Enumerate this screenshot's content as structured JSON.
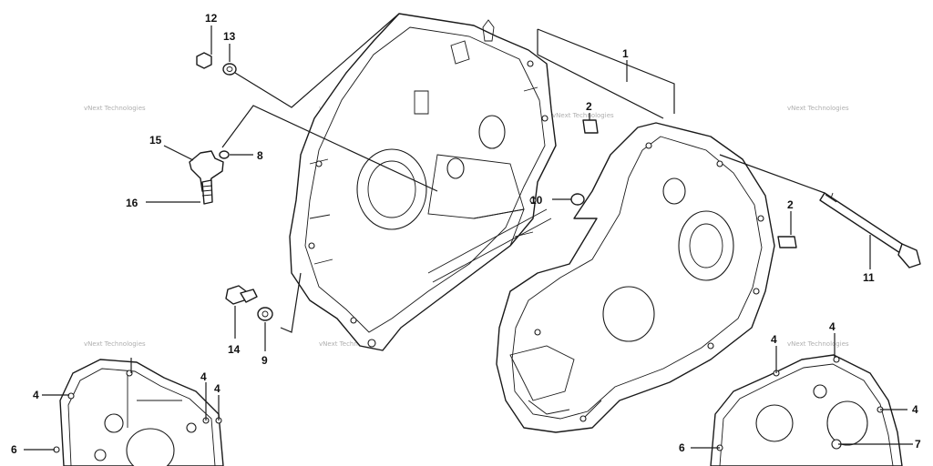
{
  "watermark": "vNext Technologies",
  "callouts": {
    "c1": "1",
    "c2a": "2",
    "c2b": "2",
    "c4a": "4",
    "c4b": "4",
    "c4c": "4",
    "c4d": "4",
    "c4e": "4",
    "c4f": "4",
    "c6a": "6",
    "c6b": "6",
    "c7": "7",
    "c8": "8",
    "c9": "9",
    "c10": "10",
    "c11": "11",
    "c12": "12",
    "c13": "13",
    "c14": "14",
    "c15": "15",
    "c16": "16"
  }
}
